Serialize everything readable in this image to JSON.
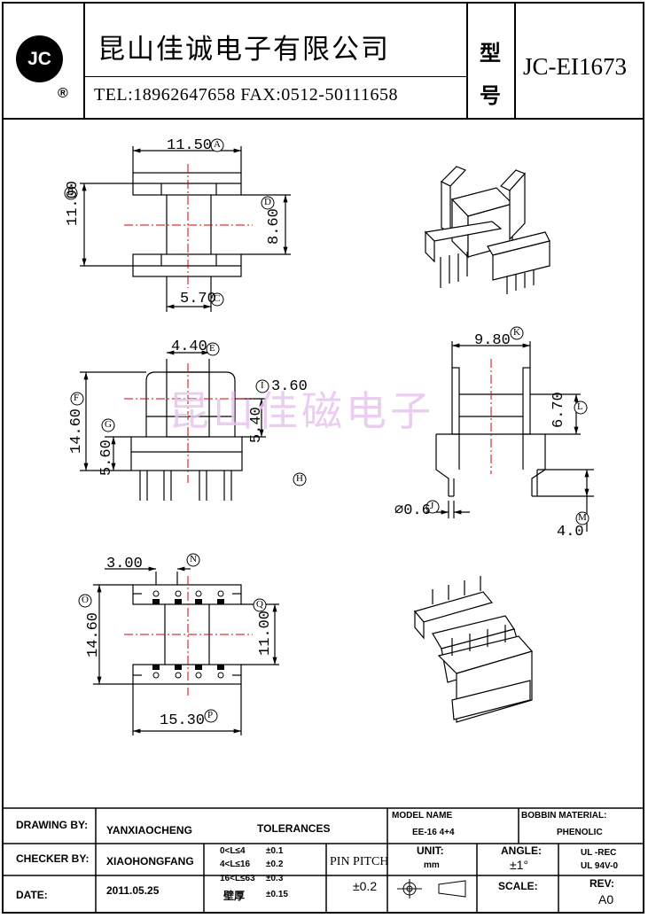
{
  "header": {
    "logo_text": "JC",
    "registered_mark": "®",
    "company_cn": "昆山佳诚电子有限公司",
    "contact": "TEL:18962647658   FAX:0512-50111658",
    "type_label_1": "型",
    "type_label_2": "号",
    "part_number": "JC-EI1673"
  },
  "watermark": "昆山佳磁电子",
  "dimensions": {
    "top_view": {
      "A": "11.50",
      "B": "11.00",
      "C": "5.70",
      "D": "8.60"
    },
    "front_view": {
      "E": "4.40",
      "F": "14.60",
      "G": "5.60",
      "I": "3.60",
      "H_value": "5.40"
    },
    "side_view": {
      "K": "9.80",
      "L": "6.70",
      "J": "⌀0.6",
      "M": "4.0"
    },
    "bottom_view": {
      "N": "3.00",
      "O": "14.60",
      "Q": "11.00",
      "P": "15.30"
    }
  },
  "markers": {
    "A": "A",
    "B": "B",
    "C": "C",
    "D": "D",
    "E": "E",
    "F": "F",
    "G": "G",
    "H": "H",
    "I": "I",
    "J": "J",
    "K": "K",
    "L": "L",
    "M": "M",
    "N": "N",
    "O": "O",
    "P": "P",
    "Q": "Q"
  },
  "title_block": {
    "drawing_by_label": "DRAWING  BY:",
    "drawing_by": "YANXIAOCHENG",
    "checker_by_label": "CHECKER  BY:",
    "checker_by": "XIAOHONGFANG",
    "date_label": "DATE:",
    "date": "2011.05.25",
    "tolerances_label": "TOLERANCES",
    "tol_rows": [
      {
        "range": "0<L≤4",
        "tol": "±0.1"
      },
      {
        "range": "4<L≤16",
        "tol": "±0.2"
      },
      {
        "range": "16<L≤63",
        "tol": "±0.3"
      },
      {
        "range": "壁厚",
        "tol": "±0.15"
      }
    ],
    "pin_pitch_label": "PIN PITCH",
    "pin_pitch_tol": "±0.2",
    "model_name_label": "MODEL NAME",
    "model_name": "EE-16    4+4",
    "bobbin_material_label": "BOBBIN MATERIAL:",
    "bobbin_material": "PHENOLIC",
    "unit_label": "UNIT:",
    "unit": "mm",
    "angle_label": "ANGLE:",
    "angle": "±1°",
    "ul1": "UL -REC",
    "ul2": "UL  94V-0",
    "scale_label": "SCALE:",
    "rev_label": "REV:",
    "rev": "A0"
  }
}
